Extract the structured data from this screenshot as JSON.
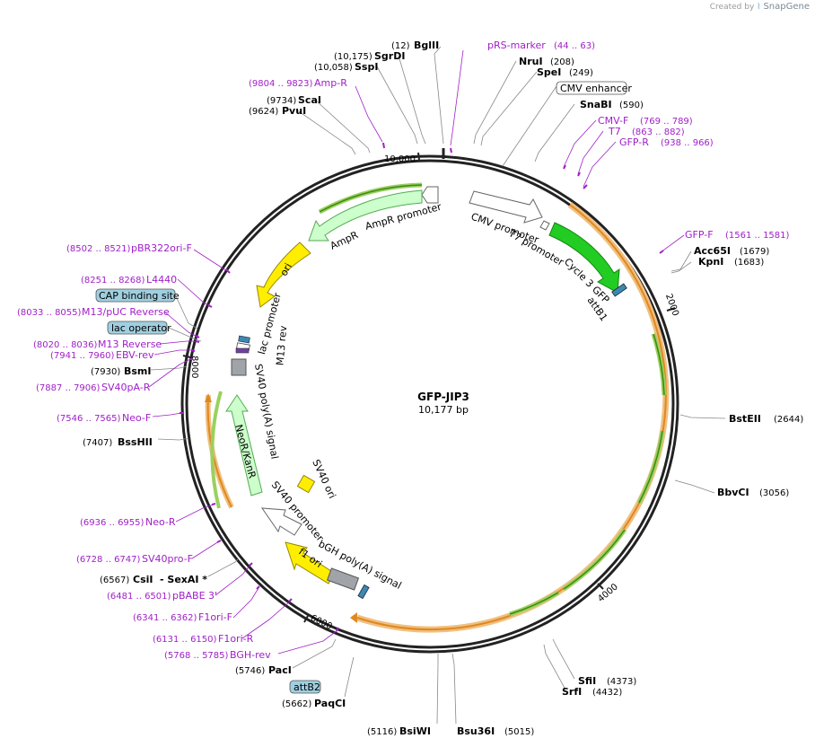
{
  "credit": {
    "prefix": "Created by",
    "brand": "SnapGene"
  },
  "plasmid": {
    "name": "GFP-JIP3",
    "length": "10,177 bp"
  },
  "ticks": [
    "10,000",
    "2000",
    "4000",
    "6000",
    "8000"
  ],
  "features": {
    "cmv_promoter": "CMV promoter",
    "t7_promoter": "T7 promoter",
    "cycle3_gfp": "Cycle 3 GFP",
    "attb1": "attB1",
    "ampr_promoter": "AmpR promoter",
    "ampr": "AmpR",
    "ori": "ori",
    "lac_promoter": "lac promoter",
    "m13_rev": "M13 rev",
    "sv40_polya": "SV40 poly(A) signal",
    "neor_kanr": "NeoR/KanR",
    "sv40_ori": "SV40 ori",
    "sv40_promoter": "SV40 promoter",
    "bgh_polya": "bGH poly(A) signal",
    "f1_ori": "f1 ori"
  },
  "sites": {
    "bglii": {
      "name": "BglII",
      "pos": "(12)"
    },
    "sgrdi": {
      "name": "SgrDI",
      "pos": "(10,175)"
    },
    "sspi": {
      "name": "SspI",
      "pos": "(10,058)"
    },
    "scai": {
      "name": "ScaI",
      "pos": "(9734)"
    },
    "pvui": {
      "name": "PvuI",
      "pos": "(9624)"
    },
    "nrui": {
      "name": "NruI",
      "pos": "(208)"
    },
    "spei": {
      "name": "SpeI",
      "pos": "(249)"
    },
    "snabi": {
      "name": "SnaBI",
      "pos": "(590)"
    },
    "acc65i": {
      "name": "Acc65I",
      "pos": "(1679)"
    },
    "kpni": {
      "name": "KpnI",
      "pos": "(1683)"
    },
    "bsteii": {
      "name": "BstEII",
      "pos": "(2644)"
    },
    "bbvci": {
      "name": "BbvCI",
      "pos": "(3056)"
    },
    "sfii": {
      "name": "SfiI",
      "pos": "(4373)"
    },
    "srfi": {
      "name": "SrfI",
      "pos": "(4432)"
    },
    "bsu36i": {
      "name": "Bsu36I",
      "pos": "(5015)"
    },
    "bsiwi": {
      "name": "BsiWI",
      "pos": "(5116)"
    },
    "paqci": {
      "name": "PaqCI",
      "pos": "(5662)"
    },
    "paci": {
      "name": "PacI",
      "pos": "(5746)"
    },
    "csii": {
      "name": "CsiI",
      "pos": "(6567)"
    },
    "sexai": {
      "name": "- SexAI *"
    },
    "bsshii": {
      "name": "BssHII",
      "pos": "(7407)"
    },
    "bsmi": {
      "name": "BsmI",
      "pos": "(7930)"
    }
  },
  "primers": {
    "prs_marker": {
      "name": "pRS-marker",
      "pos": "(44 .. 63)"
    },
    "amp_r": {
      "name": "Amp-R",
      "pos": "(9804 .. 9823)"
    },
    "cmv_f": {
      "name": "CMV-F",
      "pos": "(769 .. 789)"
    },
    "t7": {
      "name": "T7",
      "pos": "(863 .. 882)"
    },
    "gfp_r": {
      "name": "GFP-R",
      "pos": "(938 .. 966)"
    },
    "gfp_f": {
      "name": "GFP-F",
      "pos": "(1561 .. 1581)"
    },
    "pbr322ori_f": {
      "name": "pBR322ori-F",
      "pos": "(8502 .. 8521)"
    },
    "l4440": {
      "name": "L4440",
      "pos": "(8251 .. 8268)"
    },
    "m13_puc_rev": {
      "name": "M13/pUC Reverse",
      "pos": "(8033 .. 8055)"
    },
    "m13_reverse": {
      "name": "M13 Reverse",
      "pos": "(8020 .. 8036)"
    },
    "ebv_rev": {
      "name": "EBV-rev",
      "pos": "(7941 .. 7960)"
    },
    "sv40pa_r": {
      "name": "SV40pA-R",
      "pos": "(7887 .. 7906)"
    },
    "neo_f": {
      "name": "Neo-F",
      "pos": "(7546 .. 7565)"
    },
    "neo_r": {
      "name": "Neo-R",
      "pos": "(6936 .. 6955)"
    },
    "sv40pro_f": {
      "name": "SV40pro-F",
      "pos": "(6728 .. 6747)"
    },
    "pbabe3": {
      "name": "pBABE 3'",
      "pos": "(6481 .. 6501)"
    },
    "f1ori_f": {
      "name": "F1ori-F",
      "pos": "(6341 .. 6362)"
    },
    "f1ori_r": {
      "name": "F1ori-R",
      "pos": "(6131 .. 6150)"
    },
    "bgh_rev": {
      "name": "BGH-rev",
      "pos": "(5768 .. 5785)"
    }
  },
  "boxes": {
    "cmv_enhancer": "CMV enhancer",
    "cap_site": "CAP binding site",
    "lac_operator": "lac operator",
    "attb2": "attB2"
  },
  "colors": {
    "backbone": "#222222",
    "orf_green": "#7ab82a",
    "orf_orange": "#f0a830",
    "gfp": "#22cc22",
    "ori_yellow": "#ffee00",
    "ampr": "#ccffcc",
    "primer": "#a020c8",
    "box_blue": "#9fcfe0"
  }
}
